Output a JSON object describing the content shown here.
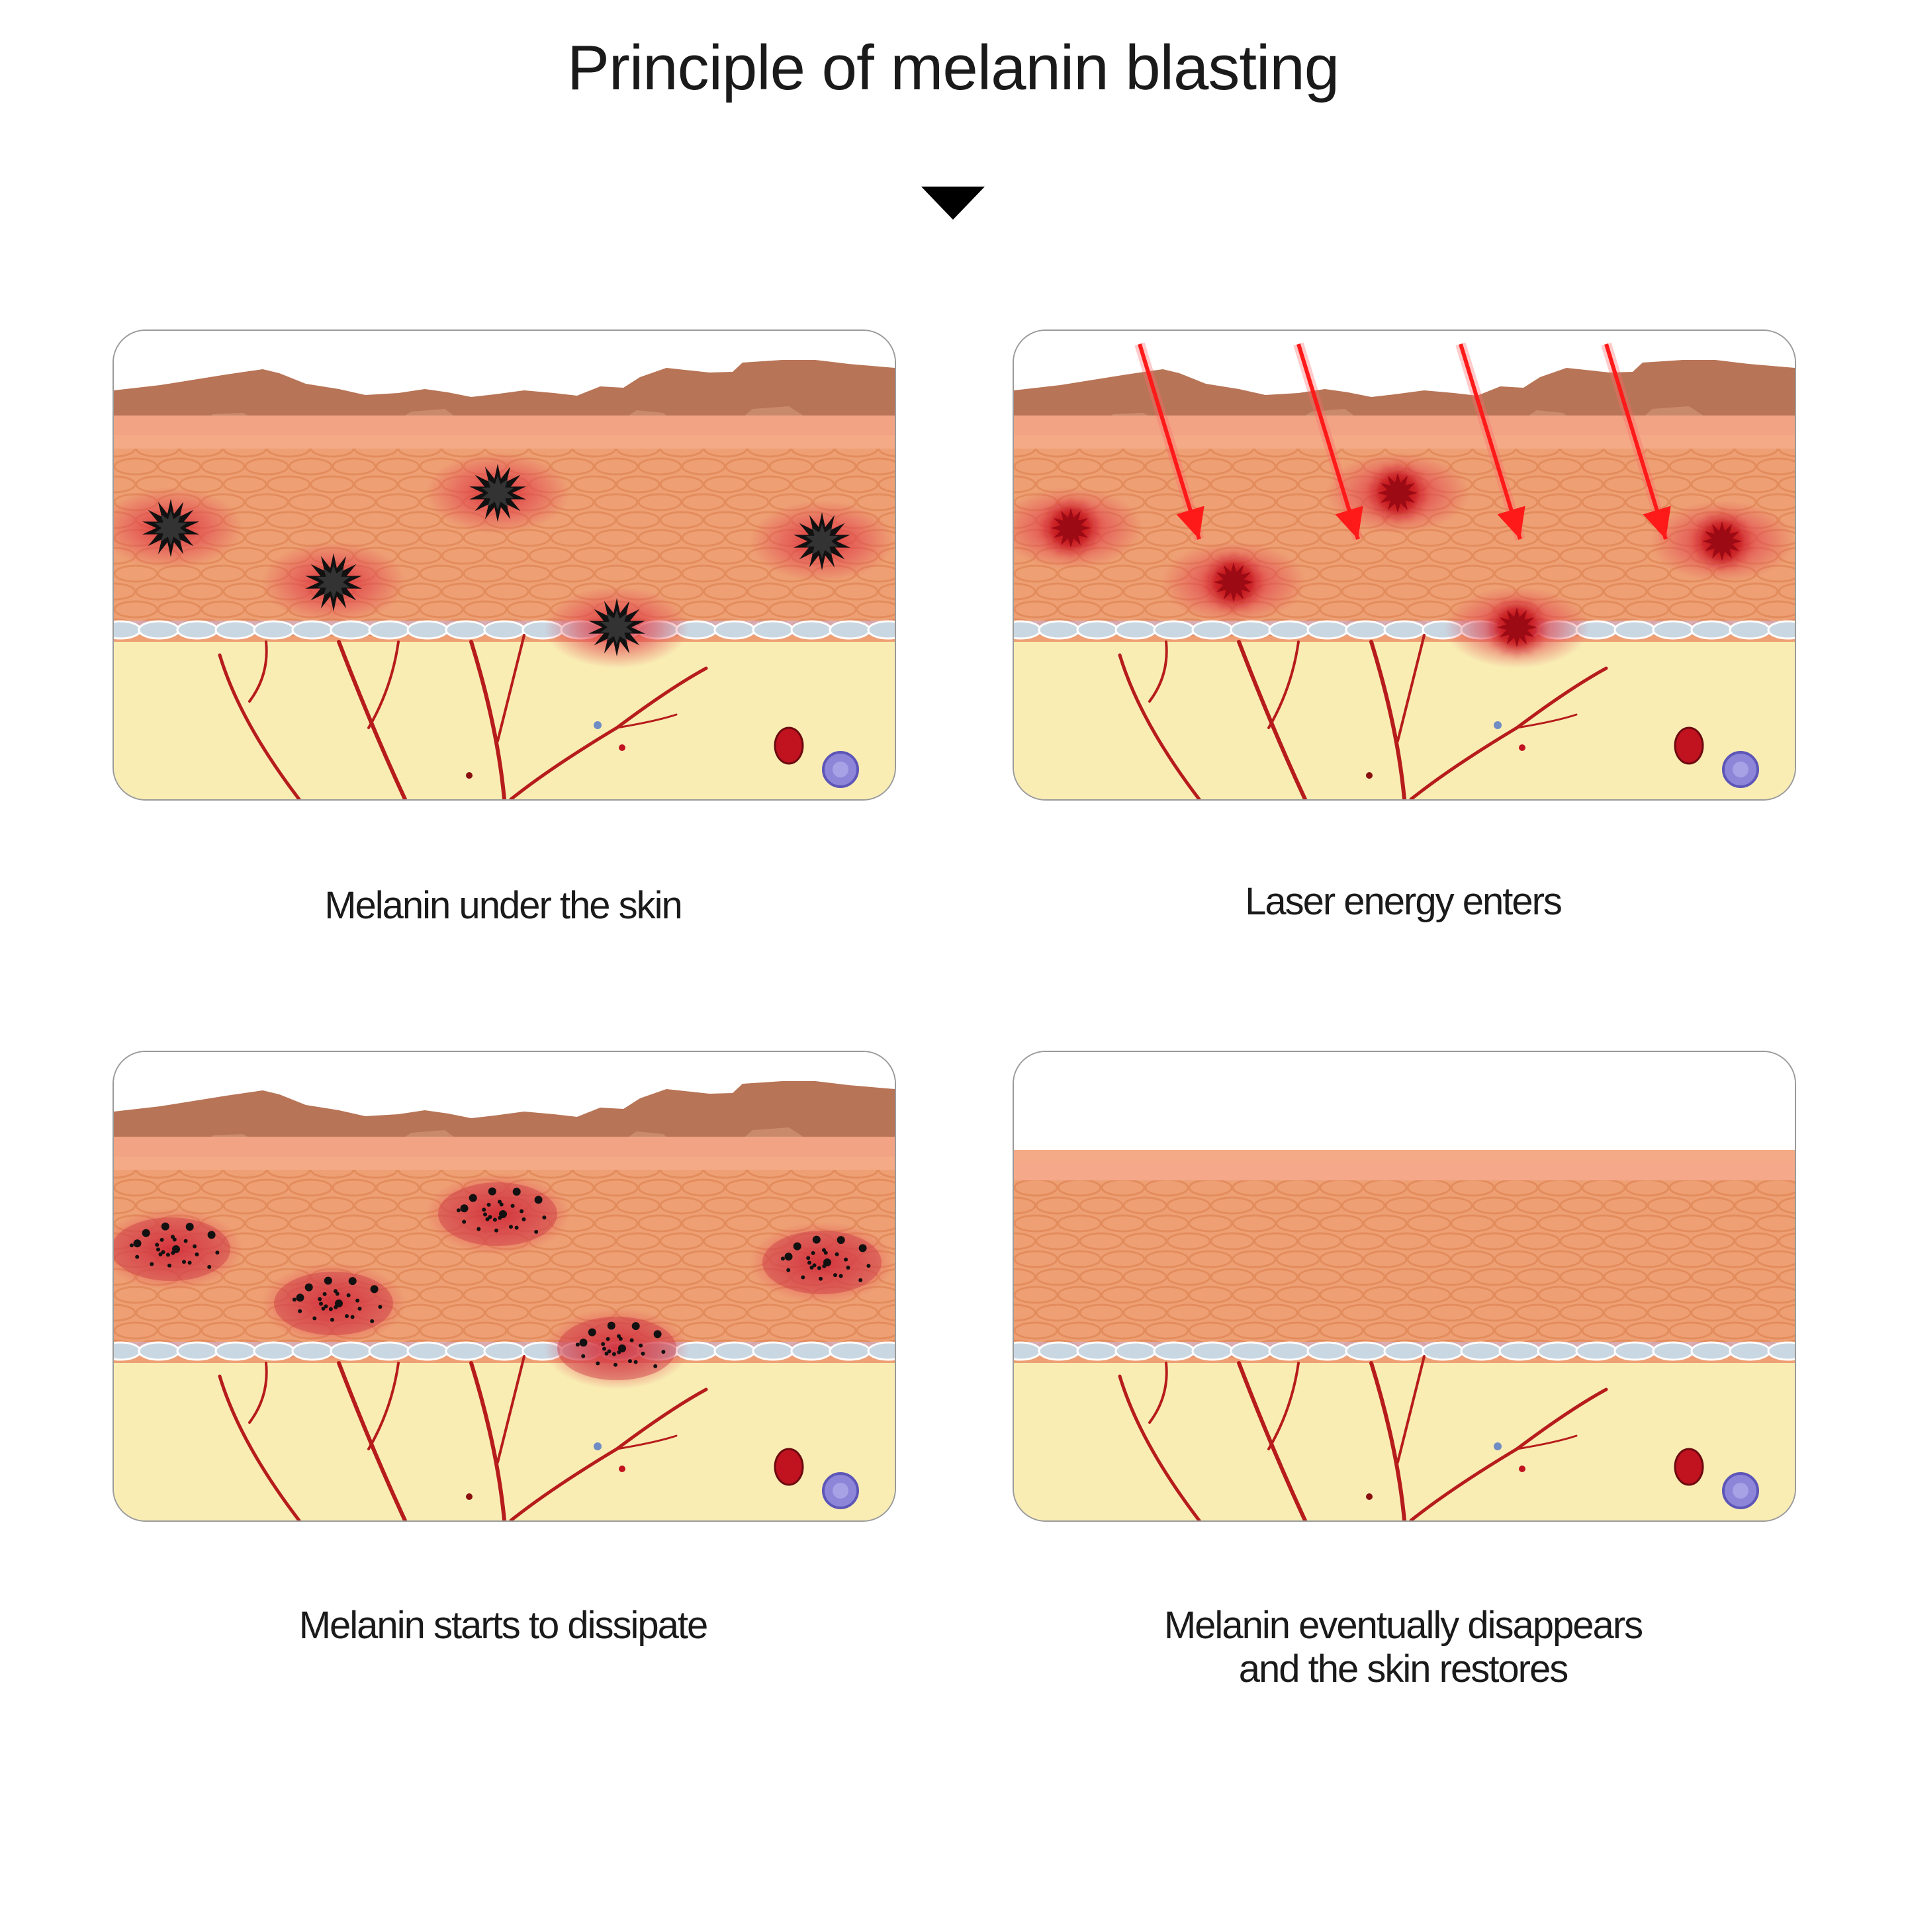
{
  "title": "Principle of melanin blasting",
  "colors": {
    "dermis": "#f9edb4",
    "epidermis": "#eea074",
    "cell_outline": "#e08656",
    "basal_cell": "#c9d7e2",
    "vessel": "#b71c1c",
    "laser": "#ff1a1a",
    "melanin": "#111111",
    "inflamed": "#e2474f",
    "leukocyte": "#8c85d8"
  },
  "panels": [
    {
      "id": "panel-1",
      "caption_lines": [
        "Melanin under the skin"
      ],
      "stage": "melanin",
      "laser": false,
      "intact_surface": false
    },
    {
      "id": "panel-2",
      "caption_lines": [
        "Laser energy enters"
      ],
      "stage": "red",
      "laser": true,
      "intact_surface": false
    },
    {
      "id": "panel-3",
      "caption_lines": [
        "Melanin starts to dissipate"
      ],
      "stage": "dots",
      "laser": false,
      "intact_surface": false
    },
    {
      "id": "panel-4",
      "caption_lines": [
        "Melanin eventually disappears",
        "and the skin restores"
      ],
      "stage": "none",
      "laser": false,
      "intact_surface": true
    }
  ]
}
